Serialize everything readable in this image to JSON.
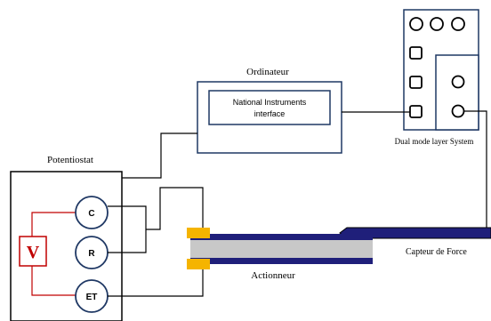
{
  "labels": {
    "ordinateur": "Ordinateur",
    "ni_interface_line1": "National Instruments",
    "ni_interface_line2": "interface",
    "dual_mode": "Dual mode layer System",
    "potentiostat": "Potentiostat",
    "electrode_c": "C",
    "electrode_r": "R",
    "electrode_et": "ET",
    "voltmeter": "V",
    "actionneur": "Actionneur",
    "capteur": "Capteur de Force"
  },
  "colors": {
    "red_wire": "#c00000",
    "clamp": "#f5b400",
    "beam_outer": "#1f1f7a",
    "beam_inner": "#c8c8c8",
    "electrode_border": "#1f3864",
    "box_border": "#1f3864"
  }
}
